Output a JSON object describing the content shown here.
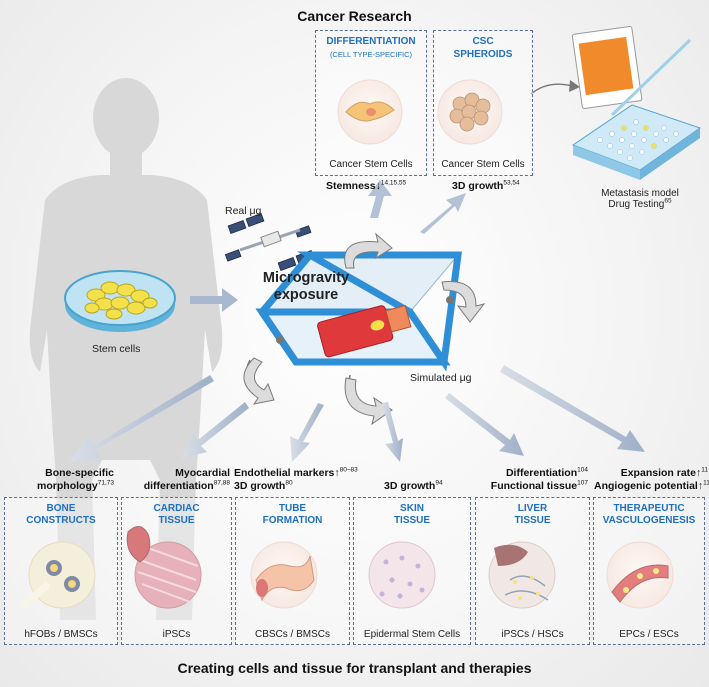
{
  "header": {
    "title": "Cancer Research"
  },
  "footer": {
    "title": "Creating cells and tissue for transplant and therapies"
  },
  "center": {
    "real_label": "Real μg",
    "microgravity_line1": "Microgravity",
    "microgravity_line2": "exposure",
    "simulated_label": "Simulated μg",
    "stem_cells_label": "Stem cells"
  },
  "cancer": {
    "boxes": [
      {
        "title": "DIFFERENTIATION",
        "subtitle": "(CELL TYPE-SPECIFIC)",
        "cell": "Cancer Stem Cells",
        "note": "Stemness↓",
        "refs": "14,15,55"
      },
      {
        "title_line1": "CSC",
        "title_line2": "SPHEROIDS",
        "cell": "Cancer Stem Cells",
        "note": "3D growth",
        "refs": "53,54"
      }
    ],
    "metastasis_line1": "Metastasis model",
    "metastasis_line2": "Drug Testing",
    "metastasis_refs": "65"
  },
  "tissues": [
    {
      "note_line1": "Bone-specific",
      "note_line2": "morphology",
      "refs2": "71,73",
      "title_line1": "BONE",
      "title_line2": "CONSTRUCTS",
      "cell": "hFOBs / BMSCs"
    },
    {
      "note_line1": "Myocardial",
      "note_line2": "differentiation",
      "refs2": "87,88",
      "title_line1": "CARDIAC",
      "title_line2": "TISSUE",
      "cell": "iPSCs"
    },
    {
      "note_line1": "Endothelial markers↑",
      "refs1": "80–83",
      "note_line2": "3D growth",
      "refs2": "80",
      "title_line1": "TUBE",
      "title_line2": "FORMATION",
      "cell": "CBSCs / BMSCs"
    },
    {
      "note_line2": "3D growth",
      "refs2": "94",
      "title_line1": "SKIN",
      "title_line2": "TISSUE",
      "cell": "Epidermal Stem Cells"
    },
    {
      "note_line1": "Differentiation",
      "refs1": "104",
      "note_line2": "Functional tissue",
      "refs2": "107",
      "title_line1": "LIVER",
      "title_line2": "TISSUE",
      "cell": "iPSCs / HSCs"
    },
    {
      "note_line1": "Expansion rate↑",
      "refs1": "11",
      "note_line2": "Angiogenic potential↑",
      "refs2": "11",
      "title_line1": "THERAPEUTIC",
      "title_line2": "VASCULOGENESIS",
      "cell": "EPCs / ESCs"
    }
  ],
  "colors": {
    "accent_blue": "#1f6fc0",
    "frame_blue": "#2f8fd6",
    "flask_red": "#e0393c",
    "arrow_gray": "#b8c4d6"
  }
}
